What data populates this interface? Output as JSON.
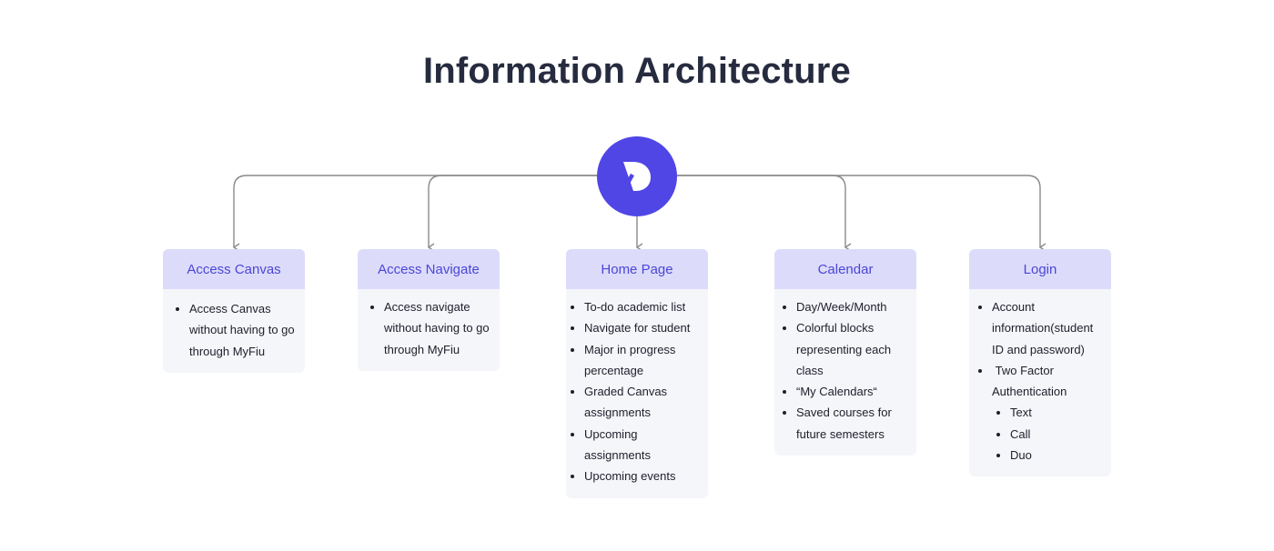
{
  "title": "Information Architecture",
  "cards": [
    {
      "title": "Access Canvas",
      "items": [
        "Access Canvas without having to go through MyFiu"
      ]
    },
    {
      "title": "Access Navigate",
      "items": [
        "Access navigate without having to go through MyFiu"
      ]
    },
    {
      "title": "Home Page",
      "items": [
        "To-do academic list",
        "Navigate for student",
        "Major in progress percentage",
        "Graded Canvas assignments",
        "Upcoming assignments",
        "Upcoming events"
      ]
    },
    {
      "title": "Calendar",
      "items": [
        "Day/Week/Month",
        "Colorful blocks representing each class",
        "“My Calendars“",
        "Saved courses for future semesters"
      ]
    },
    {
      "title": "Login",
      "items": [
        "Account information(student ID and password)",
        " Two Factor Authentication"
      ],
      "subitems": [
        "Text",
        "Call",
        "Duo"
      ]
    }
  ],
  "logo_icon": "d-letter-logo-icon",
  "colors": {
    "accent": "#4f46e5",
    "header_bg": "#dcdcfa",
    "header_text": "#4c45d8",
    "card_bg": "#f5f6fa",
    "connector": "#8a8a8a",
    "title": "#262b3f"
  }
}
